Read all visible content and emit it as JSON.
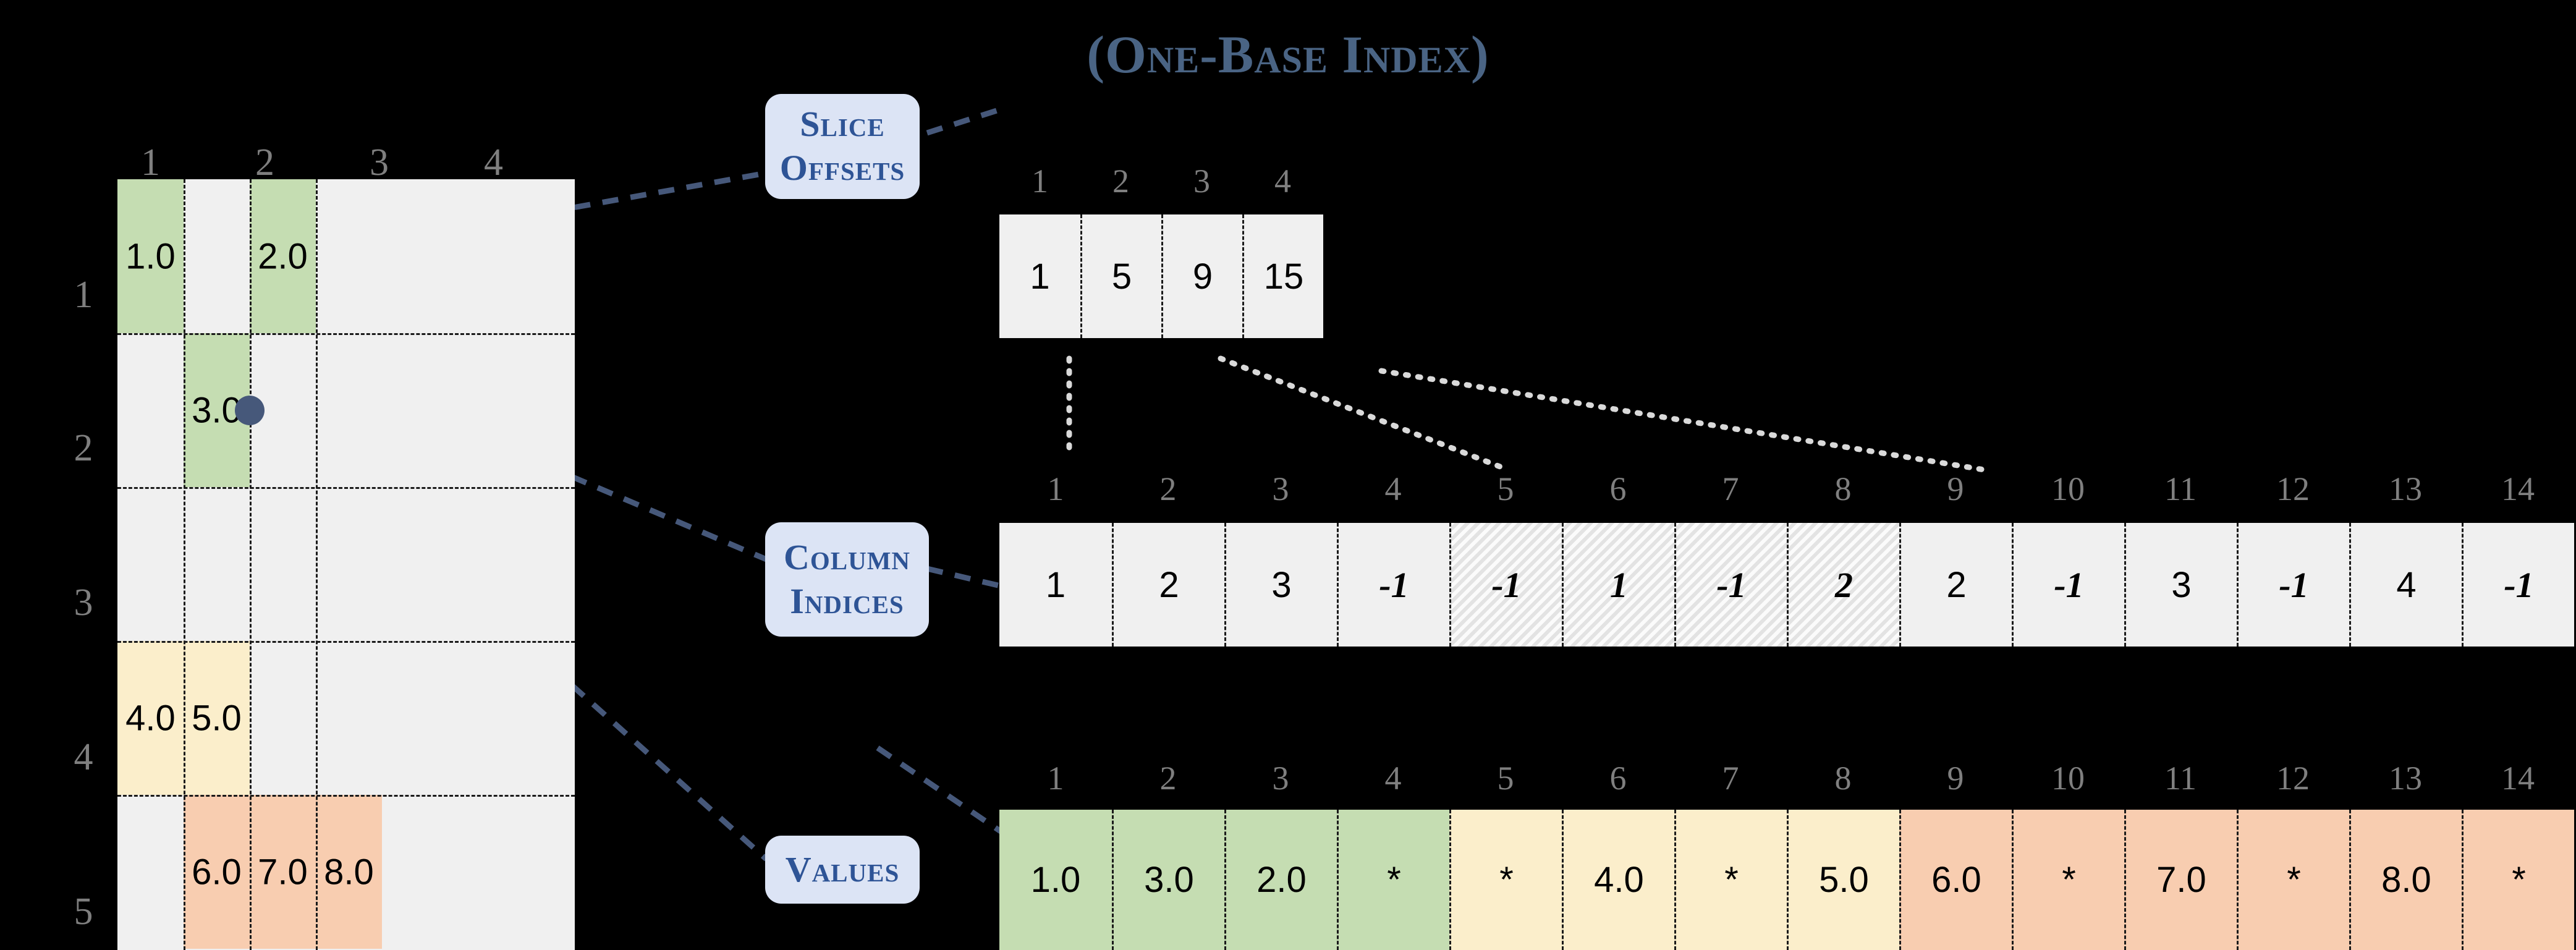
{
  "title": "(One-Base Index)",
  "matrix": {
    "name": "sparse-matrix",
    "col_headers": [
      "1",
      "2",
      "3",
      "4"
    ],
    "row_headers": [
      "1",
      "2",
      "3",
      "4",
      "5"
    ],
    "rows": [
      [
        {
          "v": "1.0",
          "c": "green"
        },
        {
          "v": "",
          "c": "empty"
        },
        {
          "v": "2.0",
          "c": "green"
        },
        {
          "v": "",
          "c": "empty"
        }
      ],
      [
        {
          "v": "",
          "c": "empty"
        },
        {
          "v": "3.0",
          "c": "green"
        },
        {
          "v": "",
          "c": "empty"
        },
        {
          "v": "",
          "c": "empty"
        }
      ],
      [
        {
          "v": "",
          "c": "empty"
        },
        {
          "v": "",
          "c": "empty"
        },
        {
          "v": "",
          "c": "empty"
        },
        {
          "v": "",
          "c": "empty"
        }
      ],
      [
        {
          "v": "4.0",
          "c": "yellow"
        },
        {
          "v": "5.0",
          "c": "yellow"
        },
        {
          "v": "",
          "c": "empty"
        },
        {
          "v": "",
          "c": "empty"
        }
      ],
      [
        {
          "v": "",
          "c": "empty"
        },
        {
          "v": "6.0",
          "c": "orange"
        },
        {
          "v": "7.0",
          "c": "orange"
        },
        {
          "v": "8.0",
          "c": "orange"
        }
      ]
    ],
    "marker_cell": "row2-col2"
  },
  "arrays": [
    {
      "id": "slice-offsets",
      "label_lines": [
        "Slice",
        "Offsets"
      ],
      "indices": [
        "1",
        "2",
        "3",
        "4"
      ],
      "cells": [
        {
          "v": "1",
          "fill": "plain",
          "italic": false
        },
        {
          "v": "5",
          "fill": "plain",
          "italic": false
        },
        {
          "v": "9",
          "fill": "plain",
          "italic": false
        },
        {
          "v": "15",
          "fill": "plain",
          "italic": false
        }
      ]
    },
    {
      "id": "column-indices",
      "label_lines": [
        "Column",
        "Indices"
      ],
      "indices": [
        "1",
        "2",
        "3",
        "4",
        "5",
        "6",
        "7",
        "8",
        "9",
        "10",
        "11",
        "12",
        "13",
        "14"
      ],
      "cells": [
        {
          "v": "1",
          "fill": "plain",
          "italic": false
        },
        {
          "v": "2",
          "fill": "plain",
          "italic": false
        },
        {
          "v": "3",
          "fill": "plain",
          "italic": false
        },
        {
          "v": "-1",
          "fill": "plain",
          "italic": true
        },
        {
          "v": "-1",
          "fill": "hatch",
          "italic": true
        },
        {
          "v": "1",
          "fill": "hatch",
          "italic": true
        },
        {
          "v": "-1",
          "fill": "hatch",
          "italic": true
        },
        {
          "v": "2",
          "fill": "hatch",
          "italic": true
        },
        {
          "v": "2",
          "fill": "plain",
          "italic": false
        },
        {
          "v": "-1",
          "fill": "plain",
          "italic": true
        },
        {
          "v": "3",
          "fill": "plain",
          "italic": false
        },
        {
          "v": "-1",
          "fill": "plain",
          "italic": true
        },
        {
          "v": "4",
          "fill": "plain",
          "italic": false
        },
        {
          "v": "-1",
          "fill": "plain",
          "italic": true
        }
      ]
    },
    {
      "id": "values",
      "label_lines": [
        "Values"
      ],
      "indices": [
        "1",
        "2",
        "3",
        "4",
        "5",
        "6",
        "7",
        "8",
        "9",
        "10",
        "11",
        "12",
        "13",
        "14"
      ],
      "cells": [
        {
          "v": "1.0",
          "fill": "green",
          "italic": false
        },
        {
          "v": "3.0",
          "fill": "green",
          "italic": false
        },
        {
          "v": "2.0",
          "fill": "green",
          "italic": false
        },
        {
          "v": "*",
          "fill": "green",
          "italic": false
        },
        {
          "v": "*",
          "fill": "yellow",
          "italic": false
        },
        {
          "v": "4.0",
          "fill": "yellow",
          "italic": false
        },
        {
          "v": "*",
          "fill": "yellow",
          "italic": false
        },
        {
          "v": "5.0",
          "fill": "yellow",
          "italic": false
        },
        {
          "v": "6.0",
          "fill": "orange",
          "italic": false
        },
        {
          "v": "*",
          "fill": "orange",
          "italic": false
        },
        {
          "v": "7.0",
          "fill": "orange",
          "italic": false
        },
        {
          "v": "*",
          "fill": "orange",
          "italic": false
        },
        {
          "v": "8.0",
          "fill": "orange",
          "italic": false
        },
        {
          "v": "*",
          "fill": "orange",
          "italic": false
        }
      ]
    }
  ],
  "colors": {
    "background": "#000000",
    "title": "#4a6484",
    "badge_bg": "#dce4f5",
    "badge_text": "#2e5496",
    "cell_empty": "#f0f0f0",
    "green": "#c5ddb2",
    "yellow": "#fbeecb",
    "orange": "#f8cdb0",
    "index_text": "#7f7f7f",
    "connector_blue": "#46587a",
    "connector_white": "#d9d9d9"
  }
}
